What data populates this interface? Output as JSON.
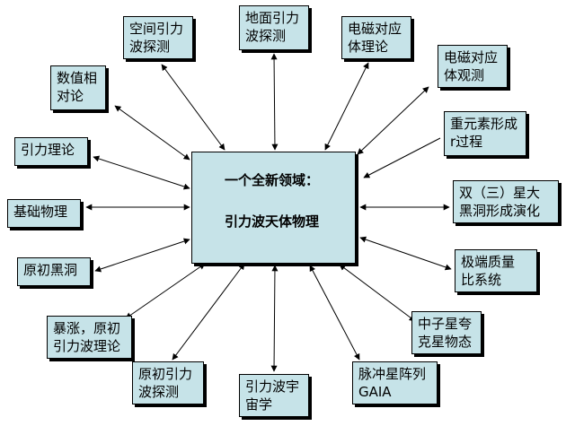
{
  "center": {
    "line1": "一个全新领域：",
    "line2": "引力波天体物理"
  },
  "nodes": [
    {
      "lines": [
        "空间引力",
        "波探测"
      ]
    },
    {
      "lines": [
        "地面引力",
        "波探测"
      ]
    },
    {
      "lines": [
        "电磁对应",
        "体理论"
      ]
    },
    {
      "lines": [
        "电磁对应",
        "体观测"
      ]
    },
    {
      "lines": [
        "数值相",
        "对论"
      ]
    },
    {
      "lines": [
        "重元素形成",
        "r过程"
      ]
    },
    {
      "lines": [
        "引力理论"
      ]
    },
    {
      "lines": [
        "双（三）星大",
        "黑洞形成演化"
      ]
    },
    {
      "lines": [
        "基础物理"
      ]
    },
    {
      "lines": [
        "原初黑洞"
      ]
    },
    {
      "lines": [
        "极端质量",
        "比系统"
      ]
    },
    {
      "lines": [
        "暴涨，原初",
        "引力波理论"
      ]
    },
    {
      "lines": [
        "中子星夸",
        "克星物态"
      ]
    },
    {
      "lines": [
        "原初引力",
        "波探测"
      ]
    },
    {
      "lines": [
        "引力波宇",
        "宙学"
      ]
    },
    {
      "lines": [
        "脉冲星阵列",
        "GAIA"
      ]
    }
  ]
}
